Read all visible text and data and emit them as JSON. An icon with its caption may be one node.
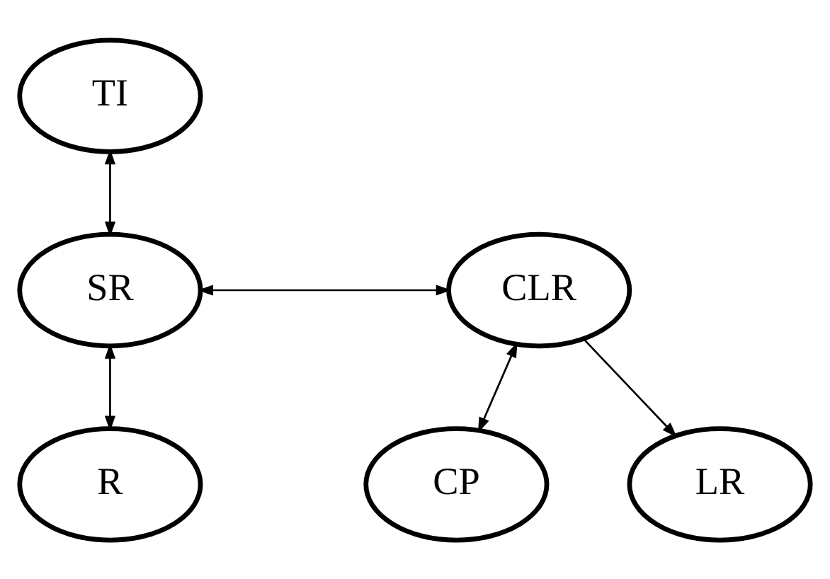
{
  "diagram": {
    "nodes": [
      {
        "text": [
          "TI"
        ]
      },
      {
        "text": [
          "SR"
        ]
      },
      {
        "text": [
          "CLR"
        ]
      },
      {
        "text": [
          "R"
        ]
      },
      {
        "text": [
          "CP"
        ]
      },
      {
        "text": [
          "LR"
        ]
      }
    ],
    "edges": [
      {
        "from": 0,
        "to": 1,
        "arrow": "both"
      },
      {
        "from": 1,
        "to": 2,
        "arrow": "both"
      },
      {
        "from": 1,
        "to": 3,
        "arrow": "both"
      },
      {
        "from": 2,
        "to": 4,
        "arrow": "both"
      },
      {
        "from": 2,
        "to": 5,
        "arrow": "to"
      }
    ]
  }
}
